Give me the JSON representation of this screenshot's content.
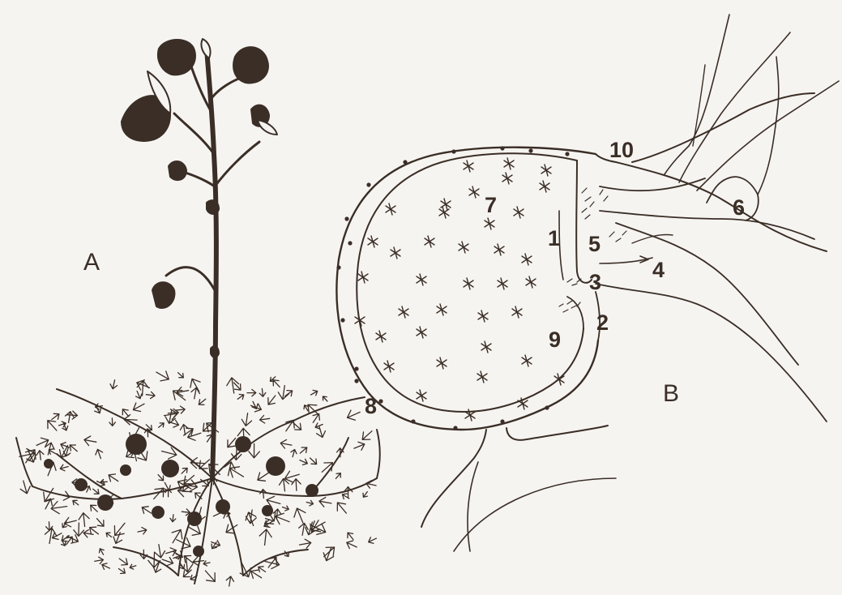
{
  "panels": {
    "a": "A",
    "b": "B"
  },
  "labels": {
    "n1": "1",
    "n2": "2",
    "n3": "3",
    "n4": "4",
    "n5": "5",
    "n6": "6",
    "n7": "7",
    "n8": "8",
    "n9": "9",
    "n10": "10"
  },
  "colors": {
    "ink": "#3a2e26",
    "paper": "#f6f4f1"
  }
}
